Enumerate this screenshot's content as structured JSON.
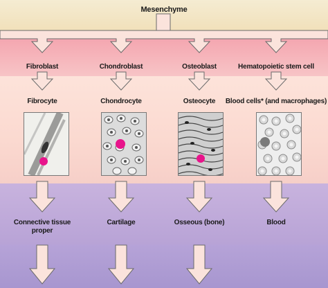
{
  "title": "Mesenchyme",
  "lineages": [
    {
      "blast": "Fibroblast",
      "mature": "Fibrocyte",
      "tissue": "Connective tissue\nproper"
    },
    {
      "blast": "Chondroblast",
      "mature": "Chondrocyte",
      "tissue": "Cartilage"
    },
    {
      "blast": "Osteoblast",
      "mature": "Osteocyte",
      "tissue": "Osseous (bone)"
    },
    {
      "blast": "Hematopoietic stem cell",
      "mature": "Blood cells* (and macrophages)",
      "tissue": "Blood"
    }
  ],
  "colors": {
    "highlight_cell": "#e8148b",
    "arrow_fill": "#fbe3dc",
    "arrow_stroke": "#6a6a6a"
  }
}
